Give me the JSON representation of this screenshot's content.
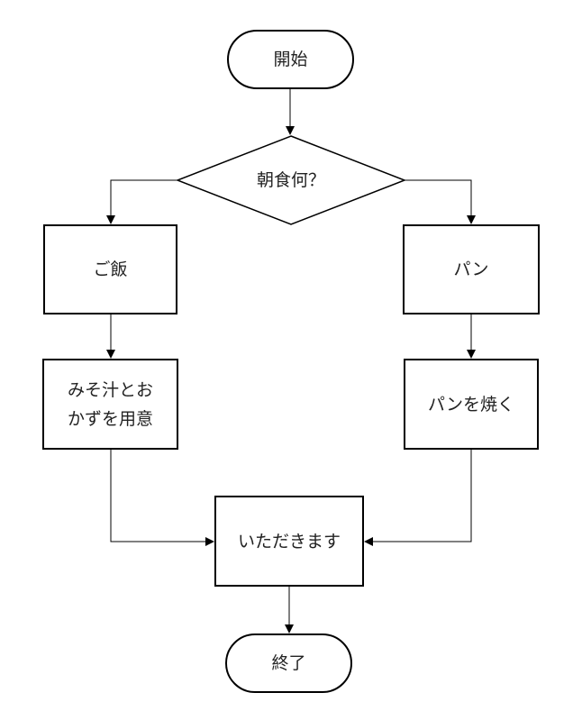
{
  "nodes": {
    "start": "開始",
    "decision": "朝食何？",
    "rice": "ご飯",
    "miso_line1": "みそ汁とお",
    "miso_line2": "かずを用意",
    "bread": "パン",
    "toast": "パンを焼く",
    "itadakimasu": "いただきます",
    "end": "終了"
  }
}
